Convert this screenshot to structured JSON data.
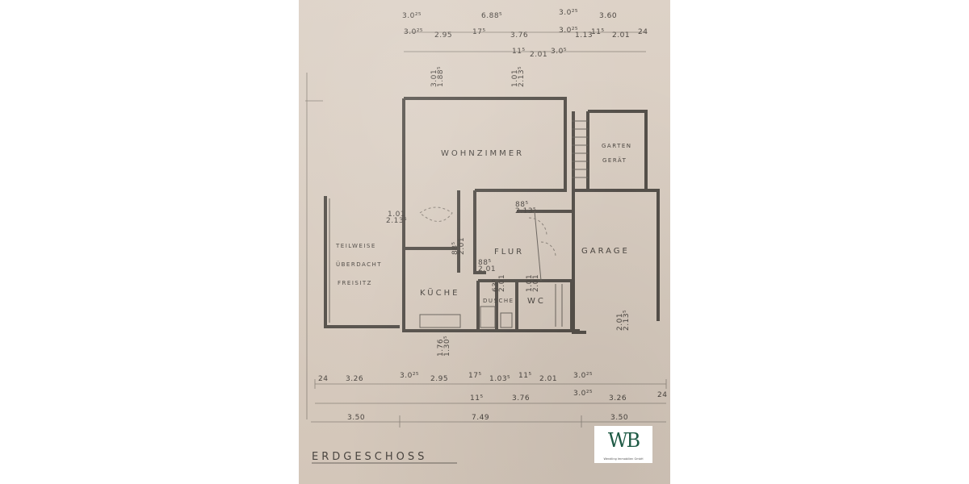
{
  "plan": {
    "floor_label": "ERDGESCHOSS",
    "rooms": {
      "wohnzimmer": "WOHNZIMMER",
      "gartengeraet_1": "GARTEN",
      "gartengeraet_2": "GERÄT",
      "teilweise": "TEILWEISE",
      "ueberdacht": "ÜBERDACHT",
      "freisitz": "FREISITZ",
      "flur": "FLUR",
      "garage": "GARAGE",
      "kueche": "KÜCHE",
      "dusche": "DUSCHE",
      "wc": "WC"
    },
    "dims_top": [
      "3.0²⁵",
      "6.88⁵",
      "3.0²⁵",
      "3.60",
      "3.0²⁵",
      "2.95",
      "17⁵",
      "3.76",
      "3.0²⁵",
      "1.13",
      "11⁵",
      "2.01",
      "24",
      "11⁵",
      "2.01",
      "3.0⁵"
    ],
    "dims_bottom_row1": [
      "24",
      "3.26",
      "3.0²⁵",
      "2.95",
      "17⁵",
      "1.03⁵",
      "11⁵",
      "2.01",
      "3.0²⁵"
    ],
    "dims_bottom_row2": [
      "11⁵",
      "3.76",
      "3.0²⁵",
      "3.26",
      "24"
    ],
    "dims_bottom_row3": [
      "3.50",
      "7.49",
      "3.50"
    ],
    "dims_inner": [
      "1.01",
      "2.13⁵",
      "3.01",
      "1.88⁵",
      "1.01",
      "2.13⁵",
      "88⁵",
      "2.01",
      "88⁵",
      "2.01",
      "63⁵",
      "2.01",
      "1.01",
      "2.01",
      "1.76",
      "1.30⁵",
      "88⁵",
      "2.13⁵",
      "2.01",
      "2.13⁵"
    ]
  },
  "logo": {
    "mark": "WB",
    "tagline": "Wendling Immobilien GmbH"
  }
}
